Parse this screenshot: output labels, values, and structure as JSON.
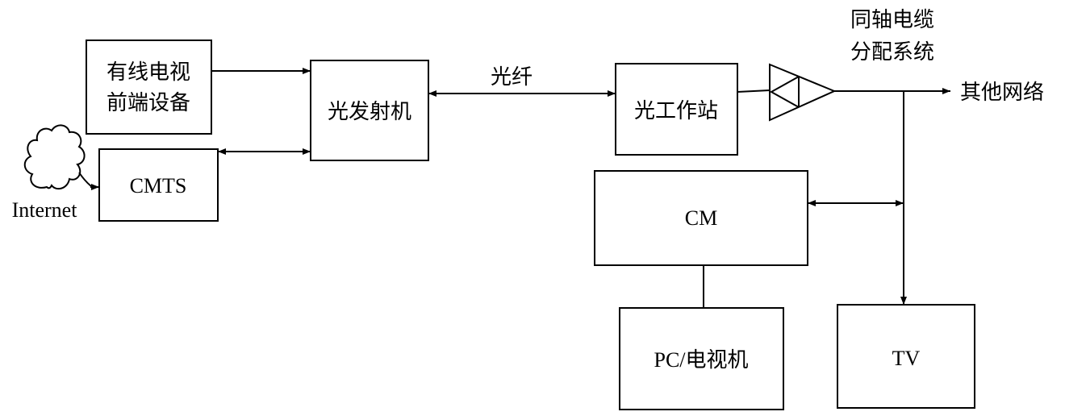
{
  "nodes": {
    "catv_headend": {
      "line1": "有线电视",
      "line2": "前端设备"
    },
    "optical_transmitter": {
      "label": "光发射机"
    },
    "cmts": {
      "label": "CMTS"
    },
    "internet": {
      "label": "Internet"
    },
    "fiber": {
      "label": "光纤"
    },
    "optical_workstation": {
      "label": "光工作站"
    },
    "coax_distribution": {
      "line1": "同轴电缆",
      "line2": "分配系统"
    },
    "other_networks": {
      "label": "其他网络"
    },
    "cable_modem": {
      "label": "CM"
    },
    "pc_tv": {
      "label": "PC/电视机"
    },
    "tv": {
      "label": "TV"
    }
  },
  "colors": {
    "stroke": "#000000",
    "background": "#ffffff"
  }
}
